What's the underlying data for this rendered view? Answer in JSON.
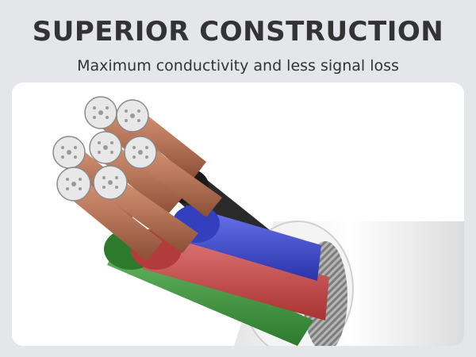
{
  "header": {
    "title": "SUPERIOR CONSTRUCTION",
    "subtitle": "Maximum conductivity and less signal loss"
  },
  "photo": {
    "subject": "cable-cross-section",
    "colors": {
      "panel": "#ffffff",
      "background": "#e4e6ea",
      "copper": "#b8765a",
      "blue": "#3a46c8",
      "red": "#c94a4a",
      "green": "#3f9a3f",
      "black": "#2a2a2a",
      "sheath": "#f2f2f2",
      "braid": "#9a9a9a"
    }
  }
}
